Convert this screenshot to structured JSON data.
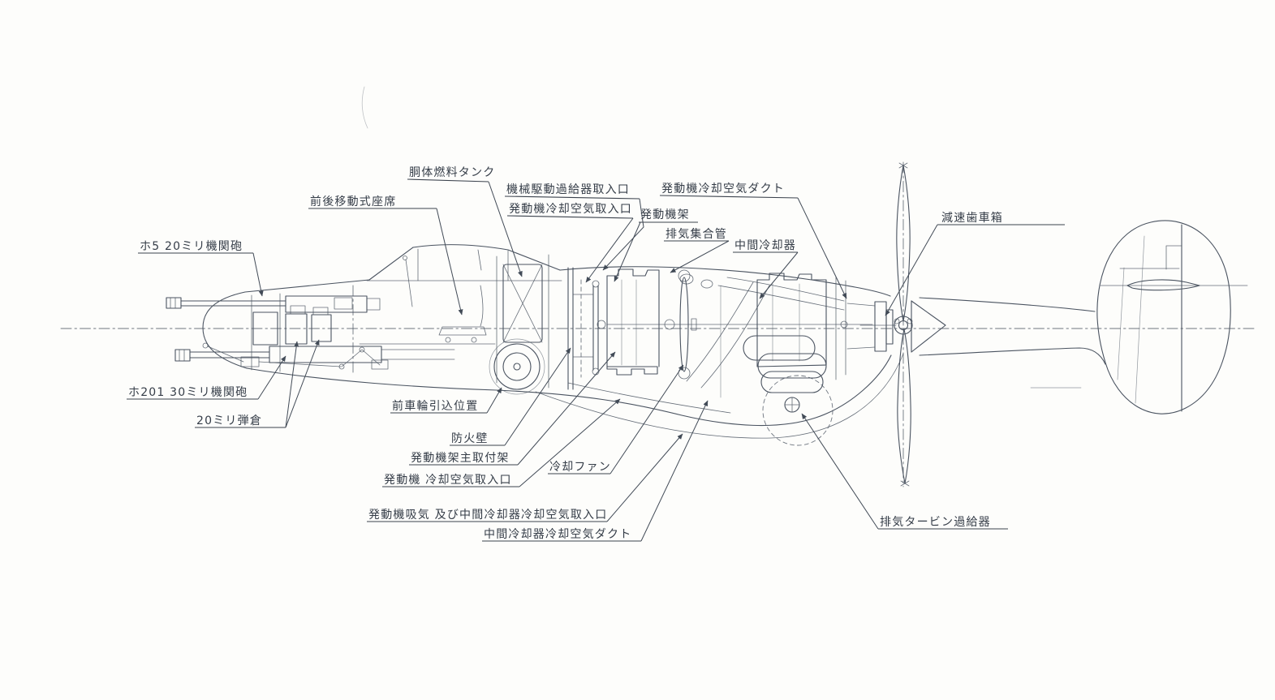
{
  "diagram": {
    "type": "aircraft-cutaway-technical-drawing",
    "subject": "Japanese experimental fighter side-view cutaway (pusher propeller, annotated)",
    "background_color": "#fdfdfb",
    "line_color": "#4a5360",
    "text_color": "#353d48"
  },
  "labels": [
    {
      "id": "ho5-20mm-cannon",
      "text": "ホ5 20ミリ機関砲"
    },
    {
      "id": "fore-aft-movable-seat",
      "text": "前後移動式座席"
    },
    {
      "id": "fuselage-fuel-tank",
      "text": "胴体燃料タンク"
    },
    {
      "id": "mechanical-drive-supercharger-intake",
      "text": "機械駆動過給器取入口"
    },
    {
      "id": "engine-cooling-air-intake-upper",
      "text": "発動機冷却空気取入口"
    },
    {
      "id": "engine-cooling-air-duct",
      "text": "発動機冷却空気ダクト"
    },
    {
      "id": "engine-mount",
      "text": "発動機架"
    },
    {
      "id": "exhaust-collector-pipe",
      "text": "排気集合管"
    },
    {
      "id": "intercooler",
      "text": "中間冷却器"
    },
    {
      "id": "reduction-gear-box",
      "text": "減速歯車箱"
    },
    {
      "id": "ho201-30mm-cannon",
      "text": "ホ201 30ミリ機関砲"
    },
    {
      "id": "20mm-magazine",
      "text": "20ミリ弾倉"
    },
    {
      "id": "nose-wheel-retracted-position",
      "text": "前車輪引込位置"
    },
    {
      "id": "firewall",
      "text": "防火壁"
    },
    {
      "id": "engine-mount-main-attachment",
      "text": "発動機架主取付架"
    },
    {
      "id": "engine-cooling-air-intake-lower",
      "text": "発動機 冷却空気取入口"
    },
    {
      "id": "cooling-fan",
      "text": "冷却ファン"
    },
    {
      "id": "engine-intake-and-intercooler-air-intake",
      "text": "発動機吸気 及び中間冷却器冷却空気取入口"
    },
    {
      "id": "intercooler-cooling-air-duct",
      "text": "中間冷却器冷却空気ダクト"
    },
    {
      "id": "exhaust-turbo-supercharger",
      "text": "排気タービン過給器"
    }
  ]
}
